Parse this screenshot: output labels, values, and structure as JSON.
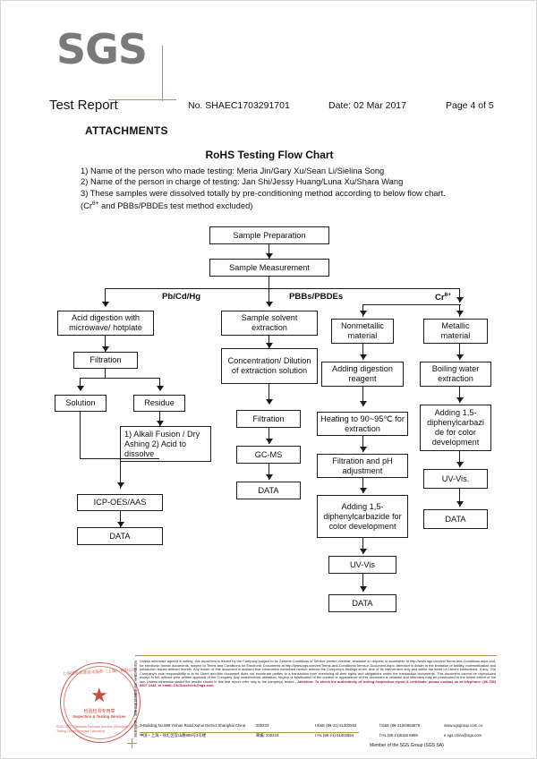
{
  "header": {
    "logo": "SGS",
    "title": "Test Report",
    "report_no": "No. SHAEC1703291701",
    "date": "Date: 02 Mar 2017",
    "page": "Page 4 of 5"
  },
  "document": {
    "attachments_label": "ATTACHMENTS",
    "chart_title": "RoHS Testing Flow Chart",
    "notes": [
      "1) Name of the person who made testing: Meria Jin/Gary Xu/Sean Li/Sielina Song",
      "2) Name of the person in charge of testing: Jan Shi/Jessy Huang/Luna Xu/Shara Wang",
      "3) These samples were dissolved totally by pre-conditioning method according to below flow chart."
    ],
    "note_exclusion_pre": "(Cr",
    "note_exclusion_sup": "6+",
    "note_exclusion_post": " and PBBs/PBDEs test method excluded)"
  },
  "flow_chart": {
    "top_nodes": [
      {
        "id": "sample-preparation",
        "label": "Sample Preparation"
      },
      {
        "id": "sample-measurement",
        "label": "Sample Measurement"
      }
    ],
    "branch_labels": [
      {
        "id": "branch-pb-cd-hg",
        "label": "Pb/Cd/Hg"
      },
      {
        "id": "branch-pbbs-pbdes",
        "label": "PBBs/PBDEs"
      },
      {
        "id": "branch-cr6",
        "label": "Cr",
        "sup": "6+"
      }
    ],
    "columns": [
      {
        "id": "column-pb-cd-hg",
        "nodes": [
          {
            "id": "acid-digestion",
            "label": "Acid digestion with microwave/ hotplate"
          },
          {
            "id": "filtration-1",
            "label": "Filtration"
          },
          {
            "id": "solution",
            "label": "Solution"
          },
          {
            "id": "residue",
            "label": "Residue"
          },
          {
            "id": "alkali-fusion",
            "label": "1) Alkali Fusion / Dry Ashing 2) Acid to dissolve"
          },
          {
            "id": "icp-oes-aas",
            "label": "ICP-OES/AAS"
          },
          {
            "id": "data-1",
            "label": "DATA"
          }
        ]
      },
      {
        "id": "column-pbbs-pbdes",
        "nodes": [
          {
            "id": "sample-solvent-extraction",
            "label": "Sample solvent extraction"
          },
          {
            "id": "concentration-dilution",
            "label": "Concentration/ Dilution of extraction solution"
          },
          {
            "id": "filtration-2",
            "label": "Filtration"
          },
          {
            "id": "gc-ms",
            "label": "GC-MS"
          },
          {
            "id": "data-2",
            "label": "DATA"
          }
        ]
      },
      {
        "id": "column-nonmetallic",
        "nodes": [
          {
            "id": "nonmetallic-material",
            "label": "Nonmetallic material"
          },
          {
            "id": "adding-digestion-reagent",
            "label": "Adding digestion reagent"
          },
          {
            "id": "heating",
            "label": "Heating to 90~95℃ for extraction"
          },
          {
            "id": "filtration-ph",
            "label": "Filtration and pH adjustment"
          },
          {
            "id": "adding-dpc-1",
            "label": "Adding 1,5-diphenylcarbazide for color development"
          },
          {
            "id": "uv-vis-1",
            "label": "UV-Vis"
          },
          {
            "id": "data-3",
            "label": "DATA"
          }
        ]
      },
      {
        "id": "column-metallic",
        "nodes": [
          {
            "id": "metallic-material",
            "label": "Metallic material"
          },
          {
            "id": "boiling-water-extraction",
            "label": "Boiling water extraction"
          },
          {
            "id": "adding-dpc-2",
            "label": "Adding 1,5-diphenylcarbazi de for color development"
          },
          {
            "id": "uv-vis-2",
            "label": "UV-Vis."
          },
          {
            "id": "data-4",
            "label": "DATA"
          }
        ]
      }
    ]
  },
  "footer": {
    "fine_print": "Unless otherwise agreed in writing, this document is issued by the Company subject to its General Conditions of Service printed overleaf, available on request or accessible at http://www.sgs.com/en/Terms-and-Conditions.aspx and, for electronic format documents, subject to Terms and Conditions for Electronic Documents at http://www.sgs.com/en/Terms-and-Conditions/Terms-e-Document.aspx. Attention is drawn to the limitation of liability, indemnification and jurisdiction issues defined therein. Any holder of this document is advised that information contained hereon reflects the Company's findings at the time of its intervention only and within the limits of Client's instructions, if any. The Company's sole responsibility is to its Client and this document does not exonerate parties to a transaction from exercising all their rights and obligations under the transaction documents. This document cannot be reproduced except in full, without prior written approval of the Company. Any unauthorized alteration, forgery or falsification of the content or appearance of this document is unlawful and offenders may be prosecuted to the fullest extent of the law. Unless otherwise stated the results shown in this test report refer only to the sample(s) tested .",
    "attention": "Attention: To check the authenticity of testing /inspection report & certificate, please contact us at telephone: (86-755) 8307 1443, or email: CN.Doccheck@sgs.com",
    "address_en": "3ⁿBuilding,No.889 Yishan Road,Xuhui District,Shanghai China",
    "zip_en": "200233",
    "tel_en": "t E&E (86-21) 61402553",
    "tel_en2": "f E&E (86-21)64953679",
    "web": "www.sgsgroup.com.cn",
    "address_cn": "中国・上海・徐汇区宜山路889号3号楼",
    "zip_cn_label": "邮编: 200233",
    "tel_cn": "t HL (86-21) 61402594",
    "tel_cn2": "f HL (86-21)6115 6899",
    "email": "e sgs.china@sgs.com",
    "member": "Member of the SGS Group (SGS SA)",
    "vertical_note": "这份报告是本公司依据其背面印刷的一般条件签发",
    "stamp": {
      "arc_cn": "上海通标标准技术服务（上海）有限公司",
      "center_cn": "检验检测专用章",
      "center_en": "Inspection & Testing Services",
      "bottom_en": "SGS-CSTC Standards Technical Services (Shanghai) Co.,Ltd. Testing Center Chemical Laboratory"
    }
  },
  "colors": {
    "accent": "#b98b56",
    "stamp_red": "#c0392b",
    "attention_red": "#b8102a",
    "logo_gray": "#7a7a7a",
    "line": "#1a1a1a"
  }
}
